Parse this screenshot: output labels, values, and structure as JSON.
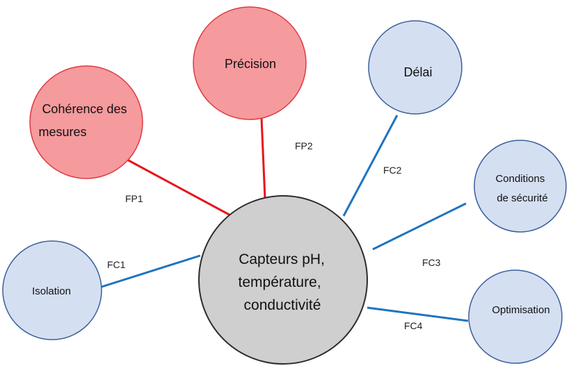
{
  "colors": {
    "function_principale_fill": "#f59a9d",
    "function_principale_stroke": "#e0393f",
    "function_principale_edge": "#e8141c",
    "function_contrainte_fill": "#d4dff1",
    "function_contrainte_stroke": "#3a5f9c",
    "function_contrainte_edge": "#1f73c0",
    "center_fill": "#cfcfcf",
    "center_stroke": "#2c2c2c"
  },
  "center": {
    "label_lines": [
      "Capteurs pH,",
      "température,",
      "conductivité"
    ]
  },
  "nodes": {
    "coherence": {
      "label_lines": [
        "Cohérence des",
        "mesures"
      ],
      "kind": "principale"
    },
    "precision": {
      "label_lines": [
        "Précision"
      ],
      "kind": "principale"
    },
    "delai": {
      "label_lines": [
        "Délai"
      ],
      "kind": "contrainte"
    },
    "conditions": {
      "label_lines": [
        "Conditions",
        "de sécurité"
      ],
      "kind": "contrainte"
    },
    "optimisation": {
      "label_lines": [
        "Optimisation"
      ],
      "kind": "contrainte"
    },
    "isolation": {
      "label_lines": [
        "Isolation"
      ],
      "kind": "contrainte"
    }
  },
  "edges": {
    "fp1": {
      "label": "FP1",
      "target": "coherence"
    },
    "fp2": {
      "label": "FP2",
      "target": "precision"
    },
    "fc1": {
      "label": "FC1",
      "target": "isolation"
    },
    "fc2": {
      "label": "FC2",
      "target": "delai"
    },
    "fc3": {
      "label": "FC3",
      "target": "conditions"
    },
    "fc4": {
      "label": "FC4",
      "target": "optimisation"
    }
  }
}
